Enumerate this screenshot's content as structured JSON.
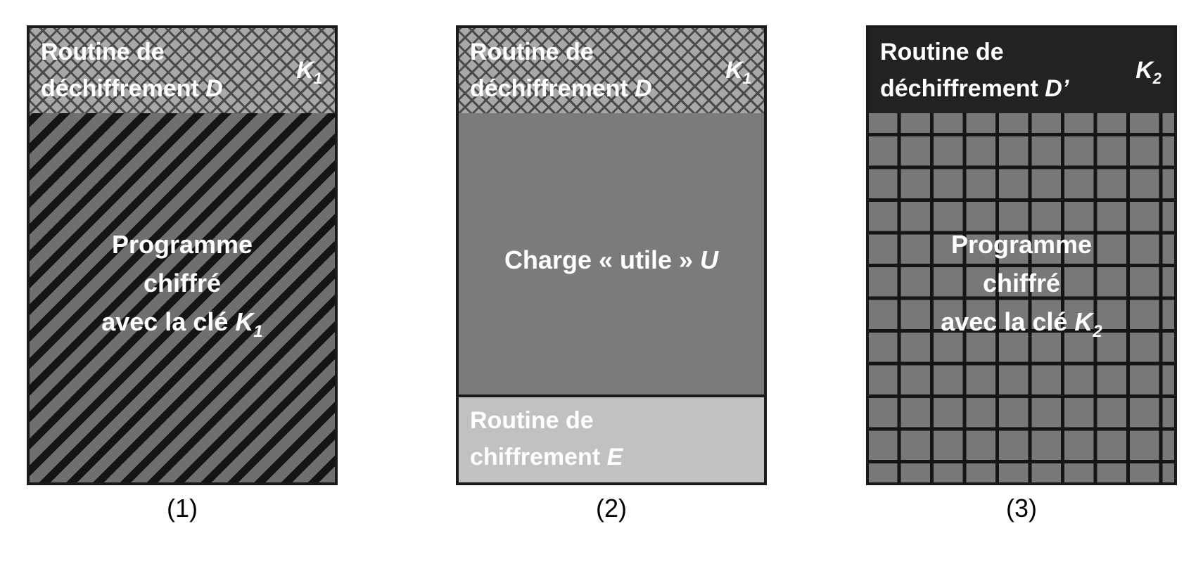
{
  "panels": [
    {
      "header_line1": "Routine de",
      "header_line2": "déchiffrement",
      "header_symbol": "D",
      "key_letter": "K",
      "key_sub": "1",
      "body_line1": "Programme",
      "body_line2": "chiffré",
      "body_line3": "avec la clé",
      "body_key_letter": "K",
      "body_key_sub": "1",
      "caption": "(1)"
    },
    {
      "header_line1": "Routine de",
      "header_line2": "déchiffrement",
      "header_symbol": "D",
      "key_letter": "K",
      "key_sub": "1",
      "body_text": "Charge « utile »",
      "body_symbol": "U",
      "footer_line1": "Routine de",
      "footer_line2": "chiffrement",
      "footer_symbol": "E",
      "caption": "(2)"
    },
    {
      "header_line1": "Routine de",
      "header_line2": "déchiffrement",
      "header_symbol": "D’",
      "key_letter": "K",
      "key_sub": "2",
      "body_line1": "Programme",
      "body_line2": "chiffré",
      "body_line3": "avec la clé",
      "body_key_letter": "K",
      "body_key_sub": "2",
      "caption": "(3)"
    }
  ]
}
